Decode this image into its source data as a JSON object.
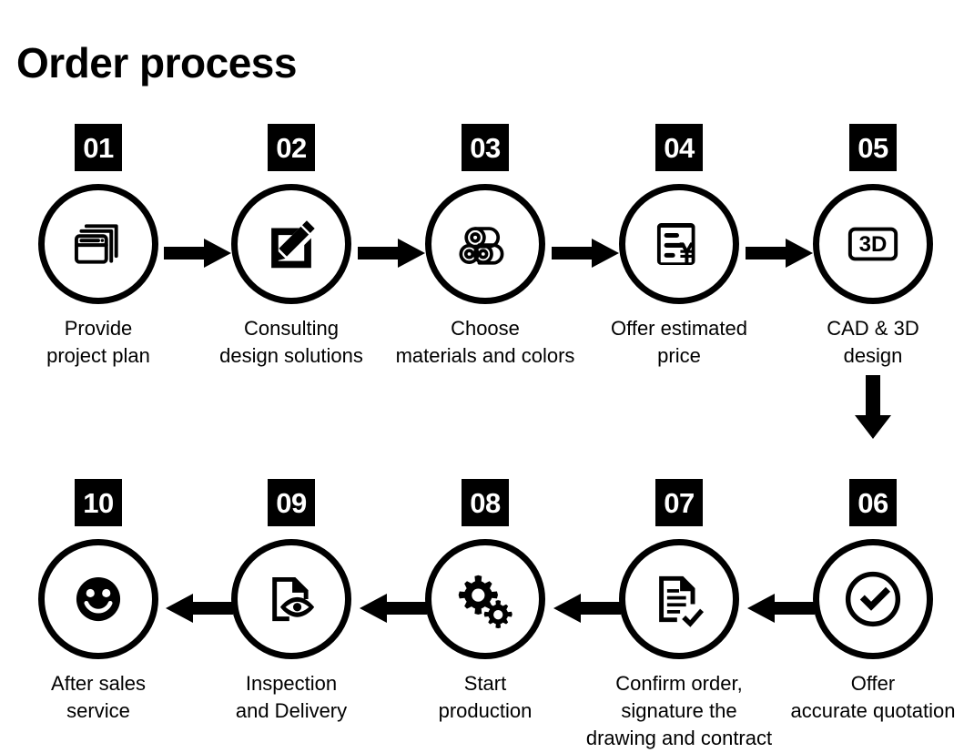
{
  "page": {
    "title": "Order process",
    "background_color": "#ffffff",
    "ink_color": "#000000"
  },
  "rows": [
    {
      "name": "row-1",
      "direction": "left-to-right",
      "steps": [
        "01",
        "02",
        "03",
        "04",
        "05"
      ]
    },
    {
      "name": "row-2",
      "direction": "right-to-left",
      "steps": [
        "06",
        "07",
        "08",
        "09",
        "10"
      ]
    }
  ],
  "steps": [
    {
      "number": "01",
      "label": "Provide\nproject plan",
      "icon": "stacked-windows-icon"
    },
    {
      "number": "02",
      "label": "Consulting\ndesign solutions",
      "icon": "pencil-square-edit-icon"
    },
    {
      "number": "03",
      "label": "Choose\nmaterials and colors",
      "icon": "stacked-tubes-icon"
    },
    {
      "number": "04",
      "label": "Offer estimated\nprice",
      "icon": "invoice-yen-icon"
    },
    {
      "number": "05",
      "label": "CAD & 3D\ndesign",
      "icon": "three-d-box-icon"
    },
    {
      "number": "06",
      "label": "Offer\naccurate quotation",
      "icon": "check-circle-icon"
    },
    {
      "number": "07",
      "label": "Confirm order,\nsignature the\ndrawing and contract",
      "icon": "document-check-icon"
    },
    {
      "number": "08",
      "label": "Start\nproduction",
      "icon": "gears-icon"
    },
    {
      "number": "09",
      "label": "Inspection\nand Delivery",
      "icon": "document-eye-icon"
    },
    {
      "number": "10",
      "label": "After sales\nservice",
      "icon": "smiley-face-icon"
    }
  ],
  "connectors": [
    {
      "name": "arrow-01-to-02",
      "direction": "right"
    },
    {
      "name": "arrow-02-to-03",
      "direction": "right"
    },
    {
      "name": "arrow-03-to-04",
      "direction": "right"
    },
    {
      "name": "arrow-04-to-05",
      "direction": "right"
    },
    {
      "name": "arrow-05-to-06",
      "direction": "down"
    },
    {
      "name": "arrow-06-to-07",
      "direction": "left"
    },
    {
      "name": "arrow-07-to-08",
      "direction": "left"
    },
    {
      "name": "arrow-08-to-09",
      "direction": "left"
    },
    {
      "name": "arrow-09-to-10",
      "direction": "left"
    }
  ]
}
